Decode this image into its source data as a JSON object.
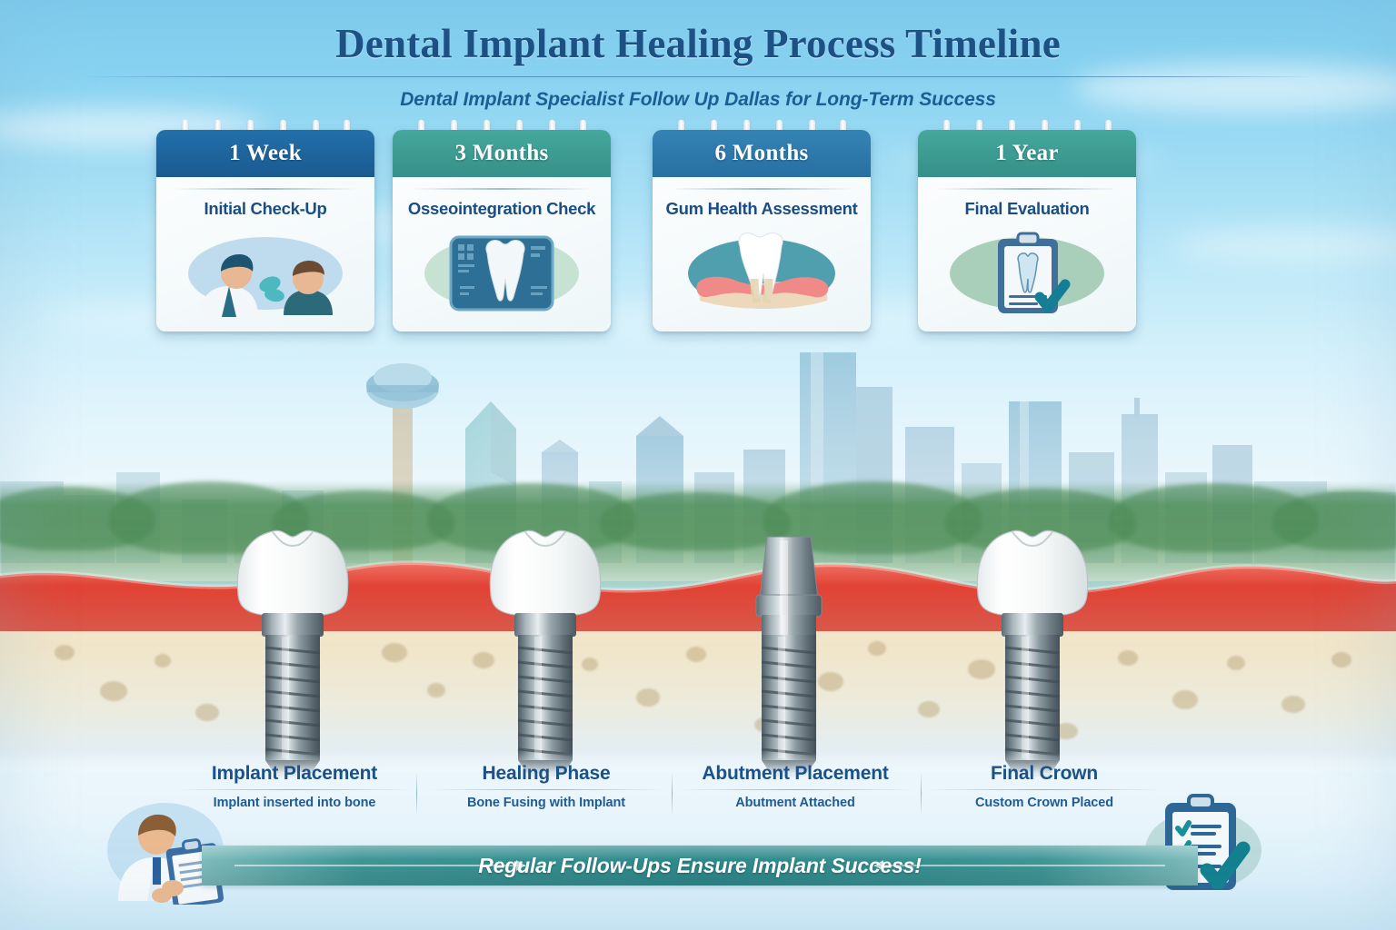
{
  "header": {
    "title": "Dental Implant Healing Process Timeline",
    "subtitle": "Dental Implant Specialist Follow Up Dallas for Long-Term Success"
  },
  "colors": {
    "brand_blue": "#1b5d96",
    "brand_teal": "#3a9a93",
    "title_blue": "#1b4f82",
    "sky_top": "#7ecdef",
    "sky_bottom": "#f3fafd",
    "gum_red": "#e04a3a",
    "bone_cream": "#f2e6ca",
    "banner_teal": "#2e8a8c"
  },
  "timeline_cards": [
    {
      "period": "1 Week",
      "label": "Initial Check-Up",
      "head_color": "#1b5d96",
      "art": "dentist-patient-exam-icon"
    },
    {
      "period": "3 Months",
      "label": "Osseointegration Check",
      "head_color": "#3a9a93",
      "art": "dental-xray-tooth-icon"
    },
    {
      "period": "6 Months",
      "label": "Gum Health Assessment",
      "head_color": "#2a74a8",
      "art": "tooth-in-gum-icon"
    },
    {
      "period": "1 Year",
      "label": "Final Evaluation",
      "head_color": "#3a9a93",
      "art": "clipboard-tooth-check-icon"
    }
  ],
  "stages": [
    {
      "title": "Implant Placement",
      "caption": "Implant inserted into bone",
      "art": "implant-with-crown"
    },
    {
      "title": "Healing Phase",
      "caption": "Bone Fusing with Implant",
      "art": "implant-with-crown"
    },
    {
      "title": "Abutment Placement",
      "caption": "Abutment Attached",
      "art": "implant-with-abutment"
    },
    {
      "title": "Final Crown",
      "caption": "Custom Crown Placed",
      "art": "implant-with-crown"
    }
  ],
  "banner": {
    "text": "Regular Follow-Ups Ensure Implant Success!"
  },
  "corner_icons": {
    "left": "dentist-with-clipboard-icon",
    "right": "checklist-clipboard-icon"
  },
  "scene": {
    "background": "dallas-skyline-silhouette",
    "landmarks": [
      "reunion-tower",
      "fountain-place-pyramid",
      "bank-of-america-plaza"
    ]
  }
}
